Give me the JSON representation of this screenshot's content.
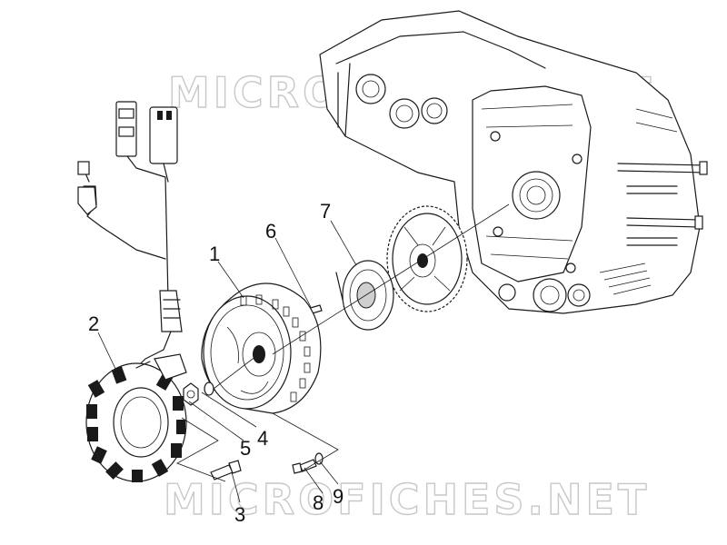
{
  "watermark": {
    "top_text": "MICROFICHES.NET",
    "bottom_text": "MICROFICHES.NET",
    "color": "#c8c8c8"
  },
  "callouts": [
    {
      "id": "1",
      "label": "1",
      "part": "flywheel-rotor"
    },
    {
      "id": "2",
      "label": "2",
      "part": "stator-coil"
    },
    {
      "id": "3",
      "label": "3",
      "part": "stator-screw"
    },
    {
      "id": "4",
      "label": "4",
      "part": "washer"
    },
    {
      "id": "5",
      "label": "5",
      "part": "nut"
    },
    {
      "id": "6",
      "label": "6",
      "part": "woodruff-key"
    },
    {
      "id": "7",
      "label": "7",
      "part": "freewheel"
    },
    {
      "id": "8",
      "label": "8",
      "part": "bolt"
    },
    {
      "id": "9",
      "label": "9",
      "part": "washer-small"
    }
  ]
}
